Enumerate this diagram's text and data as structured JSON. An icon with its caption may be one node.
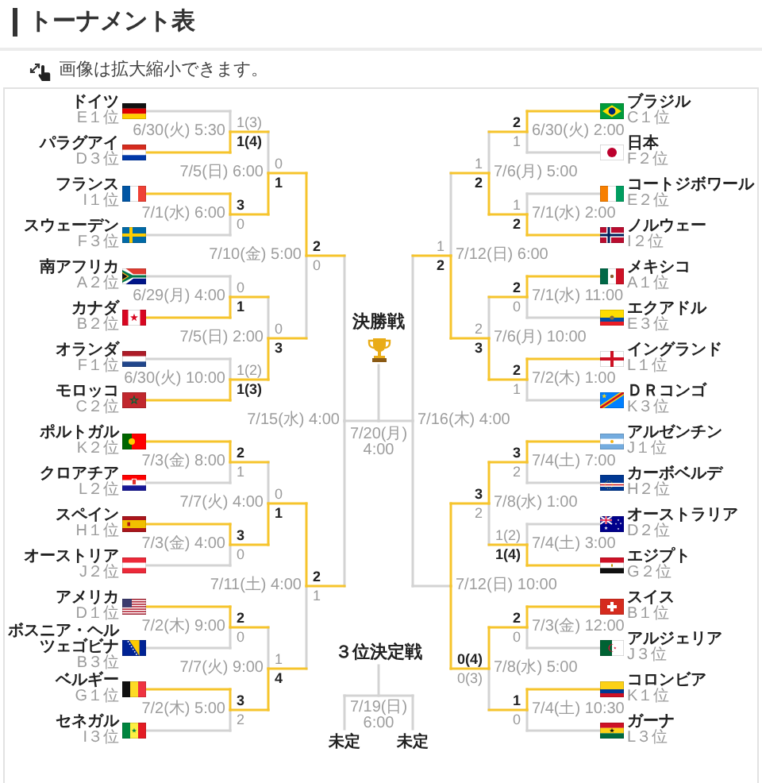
{
  "diagram": {
    "title": "トーナメント表",
    "labels": [
      "画像は拡大縮小できます。",
      "ドイツ",
      "E１位",
      "パラグアイ",
      "D３位",
      "フランス",
      "I１位",
      "スウェーデン",
      "F３位",
      "南アフリカ",
      "A２位",
      "カナダ",
      "B２位",
      "オランダ",
      "F１位",
      "モロッコ",
      "C２位",
      "ポルトガル",
      "K２位",
      "クロアチア",
      "L２位",
      "スペイン",
      "H１位",
      "オーストリア",
      "J２位",
      "アメリカ",
      "D１位",
      "ボスニア・ヘルツェゴビナ",
      "B３位",
      "ベルギー",
      "G１位",
      "セネガル",
      "I３位",
      "6/30(火) 5:30",
      "1(3)",
      "1(4)",
      "7/1(水) 6:00",
      "3",
      "0",
      "6/29(月) 4:00",
      "0",
      "1",
      "6/30(火) 10:00",
      "1(2)",
      "1(3)",
      "7/3(金) 8:00",
      "2",
      "1",
      "7/3(金) 4:00",
      "3",
      "0",
      "7/2(木) 9:00",
      "2",
      "0",
      "7/2(木) 5:00",
      "3",
      "2",
      "7/5(日) 6:00",
      "0",
      "1",
      "7/5(日) 2:00",
      "0",
      "3",
      "7/7(火) 4:00",
      "0",
      "1",
      "7/7(火) 9:00",
      "1",
      "4",
      "7/10(金) 5:00",
      "2",
      "0",
      "7/11(土) 4:00",
      "2",
      "1",
      "7/15(水) 4:00",
      "決勝戦",
      "7/20(月) 4:00",
      "３位決定戦",
      "7/19(日) 6:00",
      "未定",
      "未定",
      "ブラジル",
      "C１位",
      "日本",
      "F２位",
      "コートジボワール",
      "E２位",
      "ノルウェー",
      "I２位",
      "メキシコ",
      "A１位",
      "エクアドル",
      "E３位",
      "イングランド",
      "L１位",
      "ＤＲコンゴ",
      "K３位",
      "アルゼンチン",
      "J１位",
      "カーボベルデ",
      "H２位",
      "オーストラリア",
      "D２位",
      "エジプト",
      "G２位",
      "スイス",
      "B１位",
      "アルジェリア",
      "J３位",
      "コロンビア",
      "K１位",
      "ガーナ",
      "L３位",
      "6/30(火) 2:00",
      "2",
      "1",
      "7/1(水) 2:00",
      "1",
      "2",
      "7/1(水) 11:00",
      "2",
      "0",
      "7/2(木) 1:00",
      "2",
      "1",
      "7/4(土) 7:00",
      "3",
      "2",
      "7/4(土) 3:00",
      "1(2)",
      "1(4)",
      "7/3(金) 12:00",
      "2",
      "0",
      "7/4(土) 10:30",
      "1",
      "0",
      "7/6(月) 5:00",
      "1",
      "2",
      "7/6(月) 10:00",
      "2",
      "3",
      "7/8(水) 1:00",
      "3",
      "2",
      "7/8(水) 5:00",
      "0(4)",
      "0(3)",
      "7/12(日) 6:00",
      "1",
      "2",
      "7/12(日) 10:00",
      "7/16(木) 4:00"
    ]
  }
}
